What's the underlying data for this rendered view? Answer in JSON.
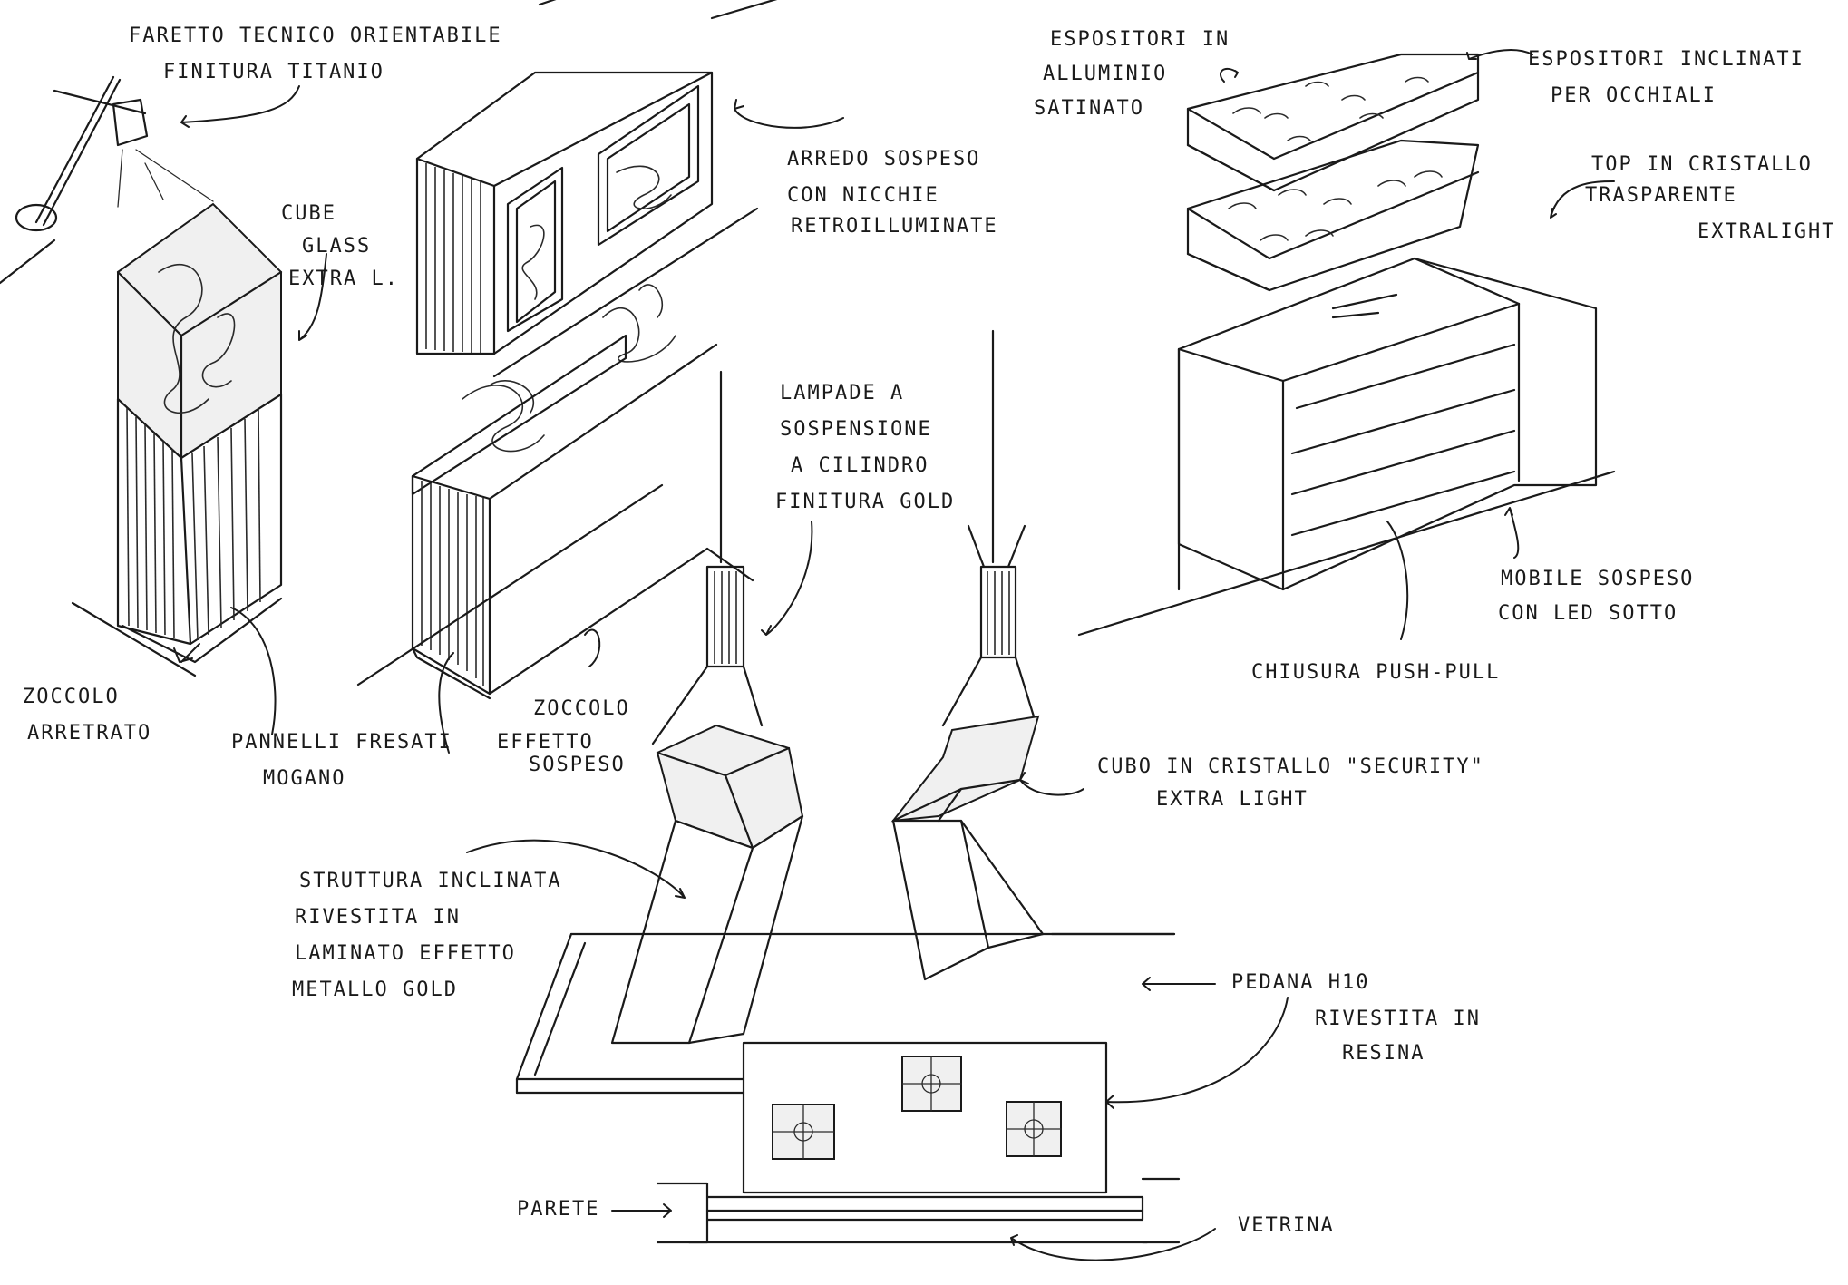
{
  "labels": {
    "faretto_1": "FARETTO TECNICO ORIENTABILE",
    "faretto_2": "FINITURA TITANIO",
    "cube_1": "CUBE",
    "cube_2": "GLASS",
    "cube_3": "EXTRA L.",
    "zoccolo_arretrato_1": "ZOCCOLO",
    "zoccolo_arretrato_2": "ARRETRATO",
    "pannelli_1": "PANNELLI FRESATI",
    "pannelli_2": "MOGANO",
    "zoccolo_sospeso_1": "ZOCCOLO",
    "zoccolo_sospeso_2": "EFFETTO",
    "zoccolo_sospeso_3": "SOSPESO",
    "arredo_1": "ARREDO SOSPESO",
    "arredo_2": "CON NICCHIE",
    "arredo_3": "RETROILLUMINATE",
    "lampade_1": "LAMPADE A",
    "lampade_2": "SOSPENSIONE",
    "lampade_3": "A CILINDRO",
    "lampade_4": "FINITURA GOLD",
    "espositori_all_1": "ESPOSITORI IN",
    "espositori_all_2": "ALLUMINIO",
    "espositori_all_3": "SATINATO",
    "espositori_incl_1": "ESPOSITORI INCLINATI",
    "espositori_incl_2": "PER OCCHIALI",
    "top_1": "TOP IN CRISTALLO",
    "top_2": "TRASPARENTE",
    "top_3": "EXTRALIGHT",
    "mobile_1": "MOBILE SOSPESO",
    "mobile_2": "CON LED SOTTO",
    "chiusura": "CHIUSURA PUSH-PULL",
    "cubo_cristallo_1": "CUBO IN CRISTALLO \"SECURITY\"",
    "cubo_cristallo_2": "EXTRA LIGHT",
    "struttura_1": "STRUTTURA INCLINATA",
    "struttura_2": "RIVESTITA IN",
    "struttura_3": "LAMINATO EFFETTO",
    "struttura_4": "METALLO GOLD",
    "pedana": "PEDANA H10",
    "pedana_rivestita_1": "RIVESTITA IN",
    "pedana_rivestita_2": "RESINA",
    "parete": "PARETE",
    "vetrina": "VETRINA"
  }
}
